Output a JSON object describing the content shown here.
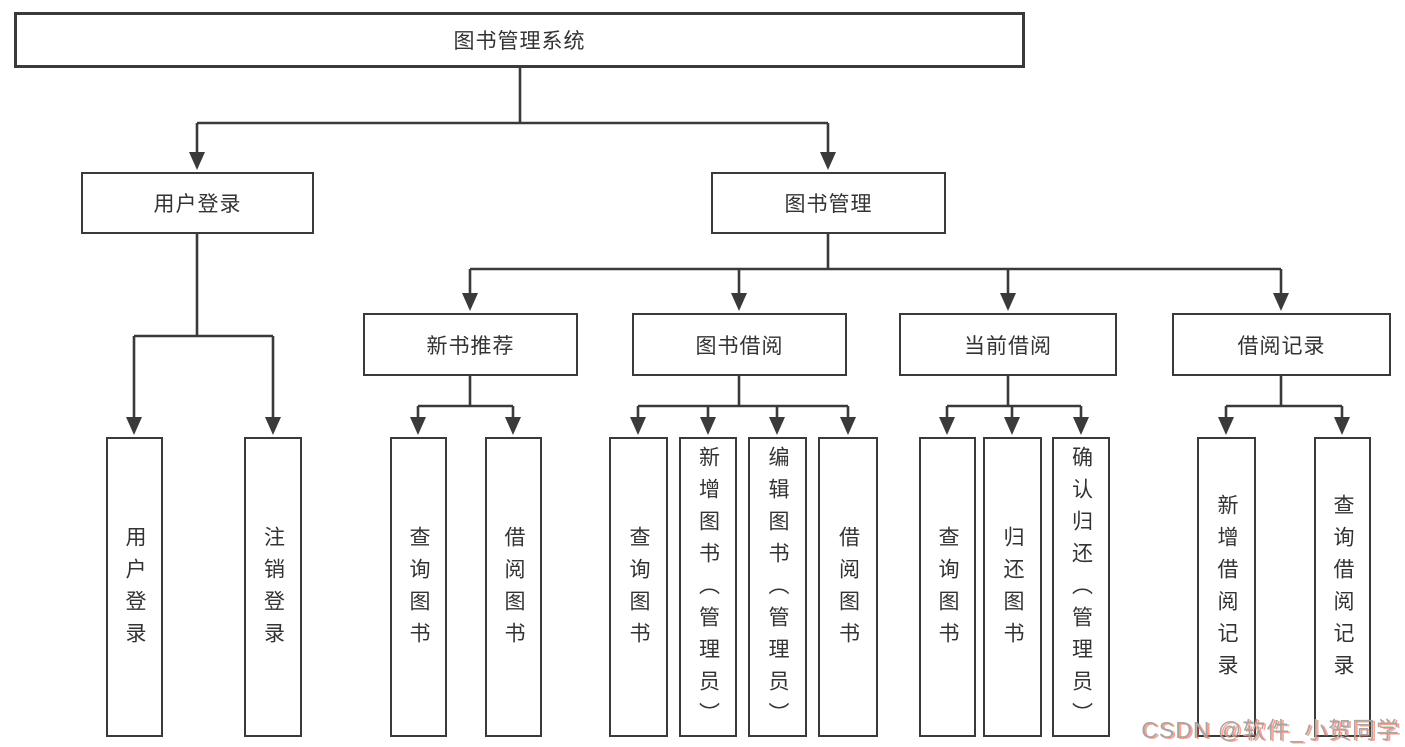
{
  "root": {
    "label": "图书管理系统"
  },
  "branches": [
    {
      "label": "用户登录",
      "children": [
        {
          "label": "用户登录"
        },
        {
          "label": "注销登录"
        }
      ]
    },
    {
      "label": "图书管理",
      "children": [
        {
          "label": "新书推荐",
          "children": [
            {
              "label": "查询图书"
            },
            {
              "label": "借阅图书"
            }
          ]
        },
        {
          "label": "图书借阅",
          "children": [
            {
              "label": "查询图书"
            },
            {
              "label": "新增图书（管理员）"
            },
            {
              "label": "编辑图书（管理员）"
            },
            {
              "label": "借阅图书"
            }
          ]
        },
        {
          "label": "当前借阅",
          "children": [
            {
              "label": "查询图书"
            },
            {
              "label": "归还图书"
            },
            {
              "label": "确认归还（管理员）"
            }
          ]
        },
        {
          "label": "借阅记录",
          "children": [
            {
              "label": "新增借阅记录"
            },
            {
              "label": "查询借阅记录"
            }
          ]
        }
      ]
    }
  ],
  "watermark": {
    "text": "CSDN @软件_小贺同学"
  },
  "colors": {
    "line": "#3a3a3a",
    "text": "#333333",
    "watermark_accent": "#fc5531"
  }
}
